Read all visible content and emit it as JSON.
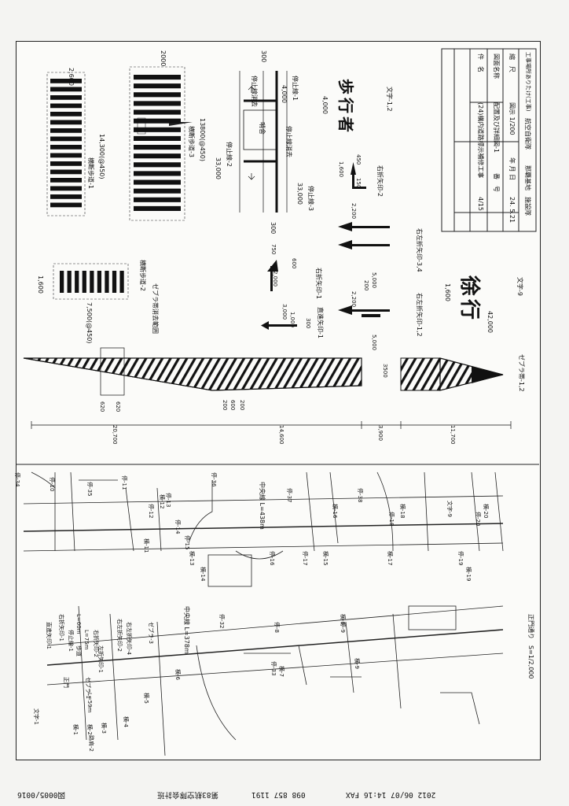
{
  "fax_header": {
    "datetime": "2012 06/07 14:16 FAX",
    "number": "098 857 1191",
    "sender": "第83航空隊会計班",
    "page": "図0005/0016"
  },
  "title_block": {
    "header": "工事場所ありたけ(工事)",
    "rows": [
      {
        "label": "件　名",
        "value": "(24)構内道路標示補修工事"
      },
      {
        "label": "図面名称",
        "value": "配置及び詳細図-1",
        "key2": "番　号",
        "val2": "4/15"
      },
      {
        "label": "縮　尺",
        "value": "図示 1/200",
        "key2": "年 月 日",
        "val2": "24. 5.21"
      }
    ],
    "org1": "航空自衛隊",
    "org2": "那覇基地",
    "org3": "施設隊"
  },
  "crosswalks": {
    "c1_label": "横断歩道-1",
    "c1_dim": "14,300(@450)",
    "c1_width": "2,600",
    "c3_label": "横断歩道-3",
    "c3_dim": "13800(@450)",
    "c3_width": "2000",
    "c2_label": "横断歩道-2",
    "c2_dim": "7,500(@450)",
    "c2_width": "1,600",
    "erase": "ゼブラ帯消去範囲"
  },
  "stop_lines": {
    "s1": "停止線-1",
    "s2": "停止線-2",
    "s3": "停止線-3",
    "erase1": "停止線消去",
    "erase2": "停止線消去",
    "booth": "哨舎",
    "dim_4000": "4,000",
    "dim_33000a": "33,000",
    "dim_33000b": "33,000",
    "dim_300a": "300",
    "dim_300b": "300"
  },
  "text_marks": {
    "hoko_chars": [
      "歩",
      "行",
      "者"
    ],
    "hoko_label": "文字-1,2",
    "hoko_dim": "4,000",
    "jokou_chars": [
      "徐",
      "行"
    ],
    "jokou_label": "文字-9",
    "jokou_dim1": "1,600",
    "jokou_dim2": "42,000"
  },
  "arrows": {
    "right_turn_2": "右折矢印-2",
    "right_turn_1": "右折矢印-1",
    "straight_1": "直進矢印-1",
    "left_right_34": "右左折矢印-3,4",
    "left_right_12": "右左折矢印-1,2",
    "d_1600": "1,600",
    "d_450": "450",
    "d_150": "150",
    "d_2000": "2,000",
    "d_750": "750",
    "d_600": "600",
    "d_3000": "3,000",
    "d_1000": "1,000",
    "d_300": "300",
    "d_5000a": "5,000",
    "d_5000b": "5,000",
    "d_2200a": "2,200",
    "d_2200b": "2,200",
    "d_200": "200"
  },
  "zebra": {
    "label": "ゼブラ帯-1,2",
    "d_20700": "20,700",
    "d_14600": "14,600",
    "d_3900": "3,900",
    "d_11700": "11,700",
    "d_3500": "3500",
    "d_620a": "620",
    "d_620b": "620",
    "d_200a": "200",
    "d_600": "600",
    "d_200b": "200"
  },
  "map_upper": {
    "center_line": "中央線 L=438m",
    "labels": [
      "停-34",
      "停-10",
      "停-35",
      "停-11",
      "停-12",
      "停-13",
      "停-14",
      "停-15",
      "停-16",
      "停-36",
      "停-37",
      "停-17",
      "停-38",
      "停-18",
      "停-19",
      "停-20",
      "横-11",
      "横-12",
      "横-13",
      "横-14",
      "横-15",
      "横-16",
      "横-17",
      "横-18",
      "横-19",
      "横-20",
      "文字-9"
    ]
  },
  "map_lower": {
    "scale_title": "正門通り　S=1/2,000",
    "center_line": "中央線 L=378m",
    "labels": [
      "直進矢印-1",
      "右折矢印-1",
      "停止線-1",
      "歩道",
      "ゼブラ-1",
      "右折矢印-2",
      "左折矢印-1",
      "右左折矢印-2",
      "右左折矢印-4",
      "ゼブラ-3",
      "文字-1",
      "正門",
      "横-1",
      "横-2",
      "横-3",
      "横-4",
      "横-5",
      "横-6",
      "横-7",
      "横-8",
      "横-9",
      "停-32",
      "停-33",
      "停-8",
      "停-9",
      "路肩-2",
      "L=60m",
      "L=75m",
      "L=59m"
    ]
  }
}
